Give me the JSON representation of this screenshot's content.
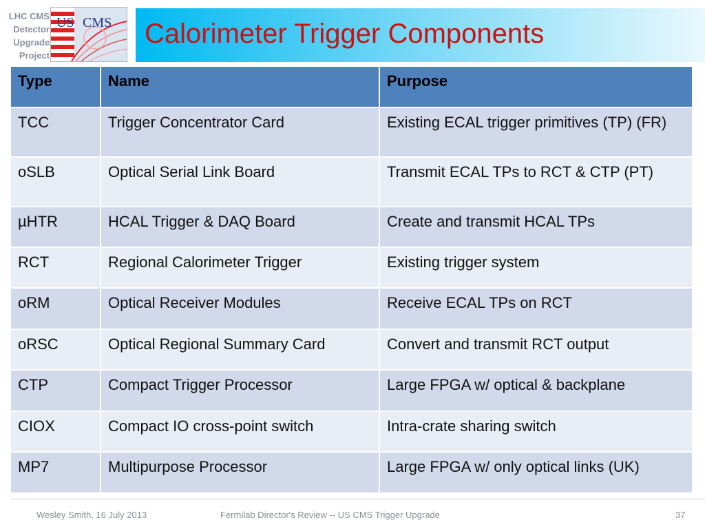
{
  "corner_label": [
    "LHC CMS",
    "Detector",
    "Upgrade",
    "Project"
  ],
  "logo": {
    "text_us": "US",
    "text_cms": "CMS",
    "icon": "us-cms-flag-logo"
  },
  "title": "Calorimeter Trigger Components",
  "table": {
    "headers": [
      "Type",
      "Name",
      "Purpose"
    ],
    "rows": [
      [
        "TCC",
        "Trigger Concentrator Card",
        "Existing ECAL trigger primitives (TP) (FR)"
      ],
      [
        "oSLB",
        "Optical Serial Link Board",
        "Transmit ECAL TPs to RCT & CTP (PT)"
      ],
      [
        "µHTR",
        "HCAL Trigger & DAQ Board",
        "Create and transmit HCAL TPs"
      ],
      [
        "RCT",
        "Regional Calorimeter Trigger",
        "Existing trigger system"
      ],
      [
        "oRM",
        "Optical Receiver Modules",
        "Receive ECAL TPs on RCT"
      ],
      [
        "oRSC",
        "Optical Regional Summary Card",
        "Convert and transmit RCT output"
      ],
      [
        "CTP",
        "Compact Trigger Processor",
        "Large FPGA w/ optical & backplane"
      ],
      [
        "CIOX",
        "Compact IO cross-point switch",
        "Intra-crate sharing switch"
      ],
      [
        "MP7",
        "Multipurpose Processor",
        "Large FPGA w/ only optical links (UK)"
      ]
    ]
  },
  "footer": {
    "left": "Wesley Smith, 16 July 2013",
    "center": "Fermilab Director's Review -- US CMS Trigger Upgrade",
    "page": "37"
  },
  "colors": {
    "title": "#cc1111",
    "header_bg": "#4f81bd",
    "row_odd": "#d1d9ea",
    "row_even": "#e9edf5"
  }
}
